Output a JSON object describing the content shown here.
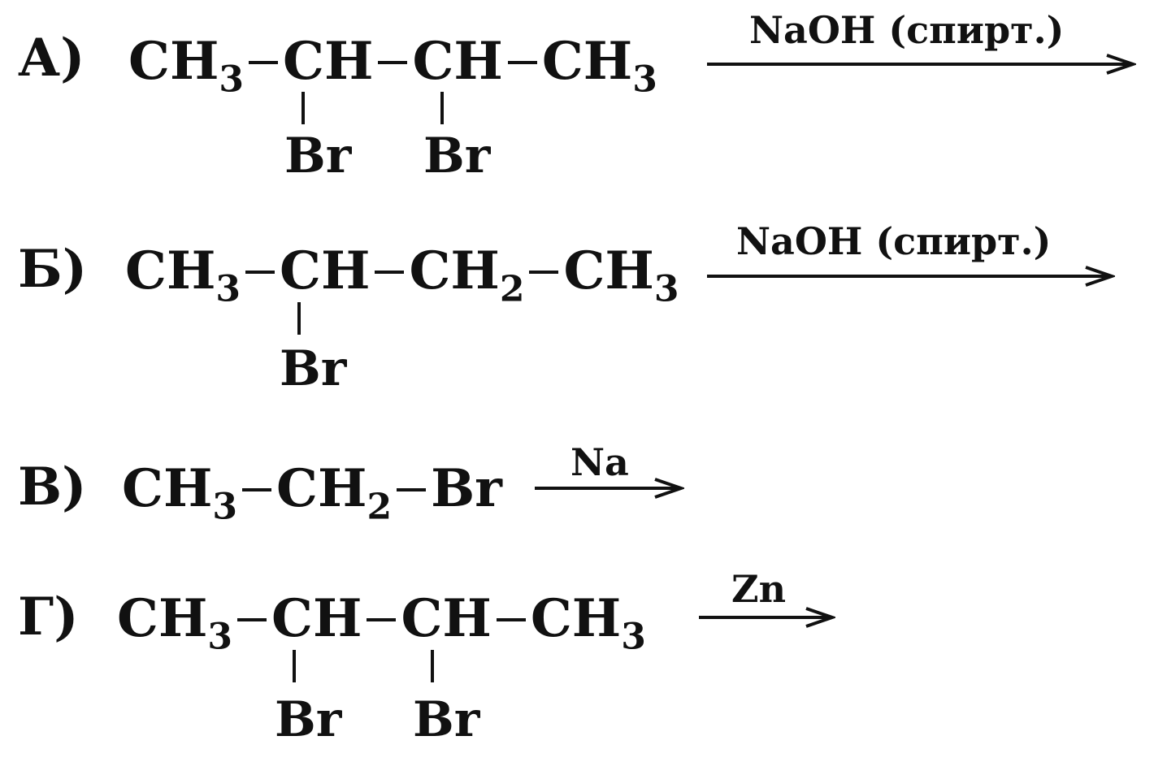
{
  "reactions": [
    {
      "label": "А)",
      "formula": {
        "g1": "CH",
        "g1sub": "3",
        "g2": "CH",
        "g3": "CH",
        "g4": "CH",
        "g4sub": "3"
      },
      "substituents": [
        "Br",
        "Br"
      ],
      "reagent": "NaOH (спирт.)"
    },
    {
      "label": "Б)",
      "formula": {
        "g1": "CH",
        "g1sub": "3",
        "g2": "CH",
        "g3": "CH",
        "g3sub": "2",
        "g4": "CH",
        "g4sub": "3"
      },
      "substituents": [
        "Br"
      ],
      "reagent": "NaOH (спирт.)"
    },
    {
      "label": "В)",
      "formula": {
        "g1": "CH",
        "g1sub": "3",
        "g2": "CH",
        "g2sub": "2",
        "g3": "Br"
      },
      "substituents": [],
      "reagent": "Na"
    },
    {
      "label": "Г)",
      "formula": {
        "g1": "CH",
        "g1sub": "3",
        "g2": "CH",
        "g3": "CH",
        "g4": "CH",
        "g4sub": "3"
      },
      "substituents": [
        "Br",
        "Br"
      ],
      "reagent": "Zn"
    }
  ]
}
